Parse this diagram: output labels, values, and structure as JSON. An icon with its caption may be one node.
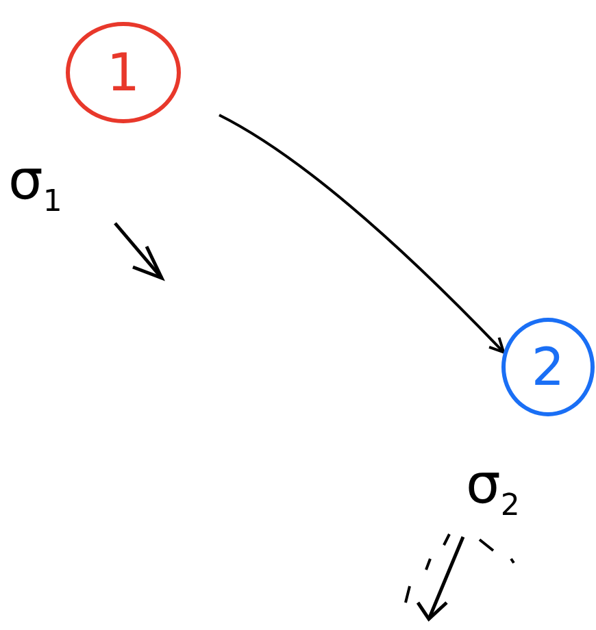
{
  "diagram": {
    "nodes": [
      {
        "text": [
          "1"
        ]
      },
      {
        "text": [
          "2"
        ]
      }
    ],
    "edges": [
      {
        "from": 0,
        "to": 1,
        "arrow": "to"
      }
    ],
    "labels": [
      "σ$_{1}$",
      "σ$_{2}$"
    ]
  }
}
